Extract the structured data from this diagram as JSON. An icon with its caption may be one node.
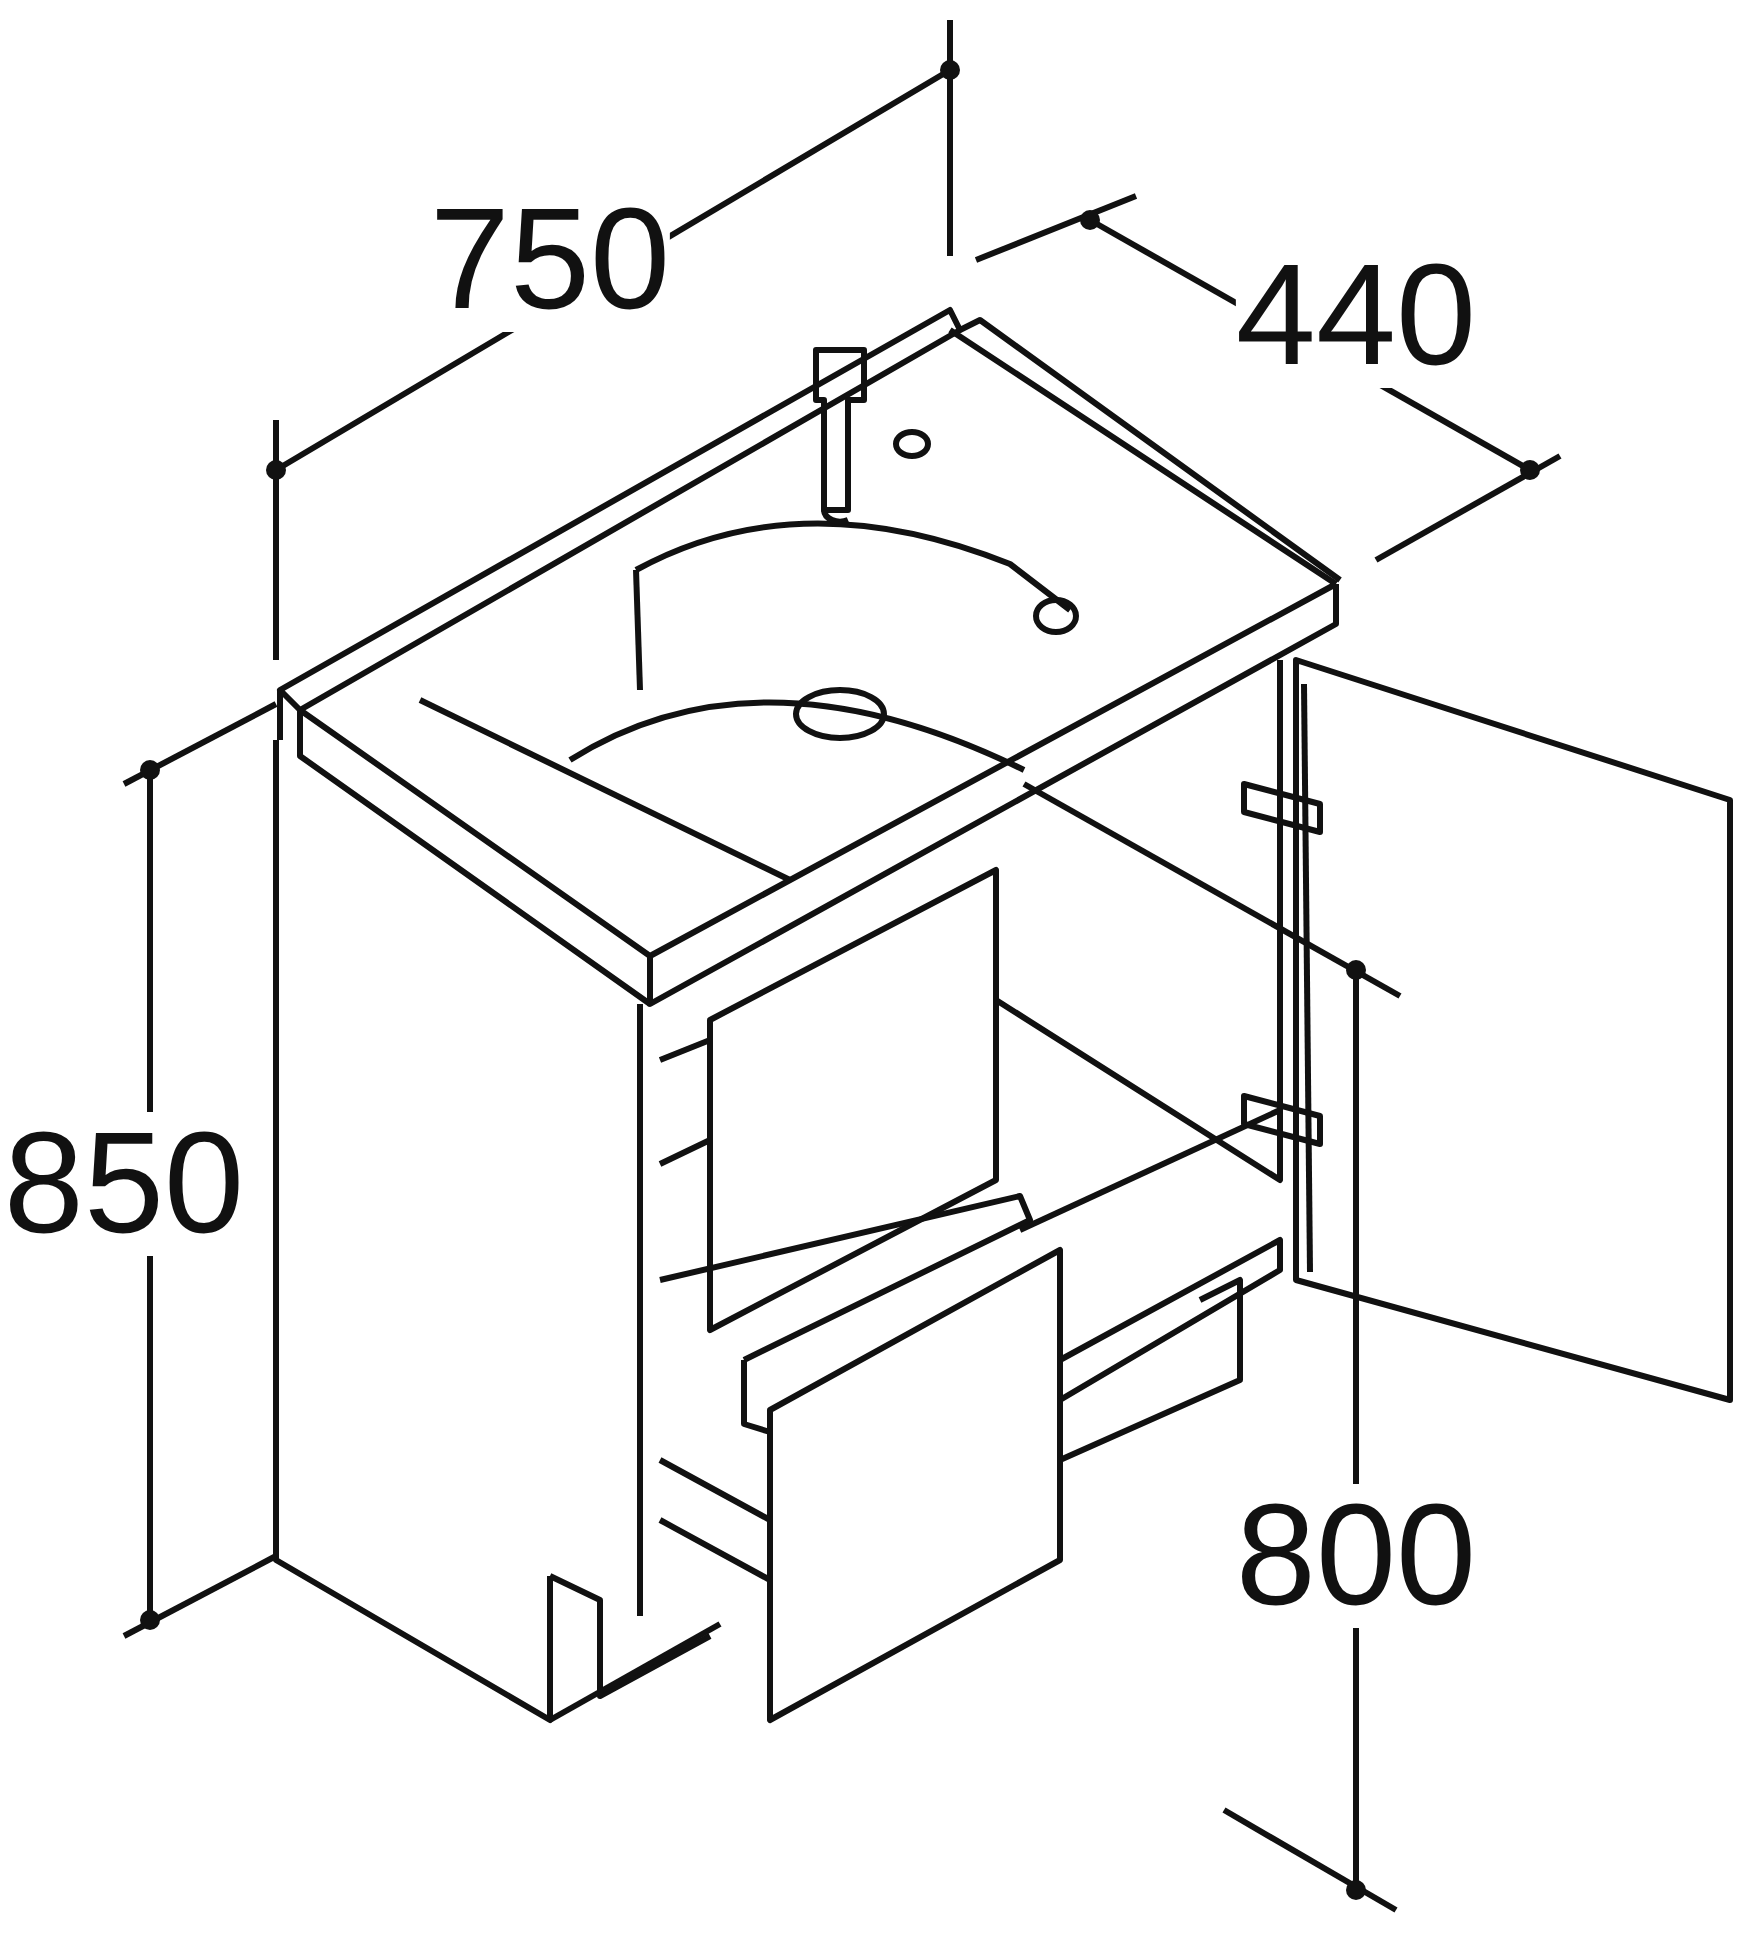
{
  "diagram": {
    "labels": [
      "750",
      "440",
      "850",
      "800"
    ]
  }
}
